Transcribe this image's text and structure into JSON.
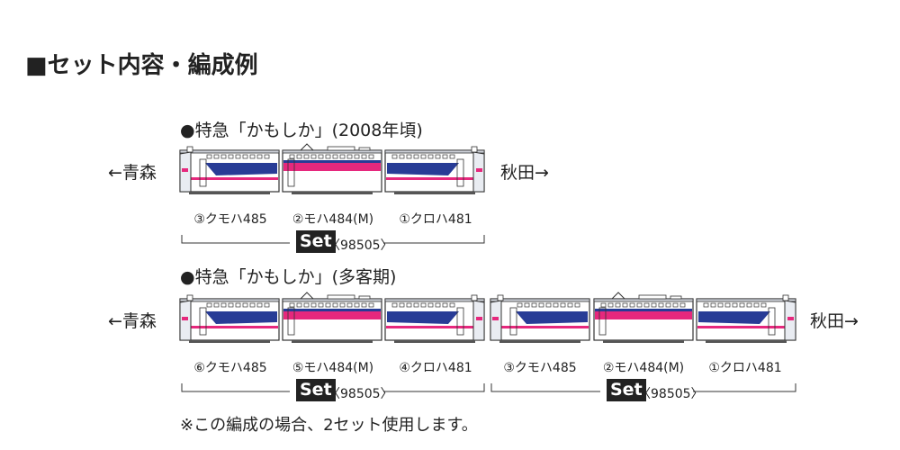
{
  "heading": "■セット内容・編成例",
  "sections": [
    {
      "title": "●特急「かもしか」(2008年頃)",
      "left_dir": "←青森",
      "right_dir": "秋田→",
      "cars": [
        "③クモハ485",
        "②モハ484(M)",
        "①クロハ481"
      ],
      "sets": [
        {
          "badge": "Set",
          "number": "〈98505〉"
        }
      ]
    },
    {
      "title": "●特急「かもしか」(多客期)",
      "left_dir": "←青森",
      "right_dir": "秋田→",
      "cars": [
        "⑥クモハ485",
        "⑤モハ484(M)",
        "④クロハ481",
        "③クモハ485",
        "②モハ484(M)",
        "①クロハ481"
      ],
      "sets": [
        {
          "badge": "Set",
          "number": "〈98505〉"
        },
        {
          "badge": "Set",
          "number": "〈98505〉"
        }
      ]
    }
  ],
  "note": "※この編成の場合、2セット使用します。",
  "colors": {
    "blue": "#283c96",
    "pink": "#e6287d",
    "body": "#ffffff",
    "outline": "#333333",
    "grey": "#cfd3da"
  }
}
